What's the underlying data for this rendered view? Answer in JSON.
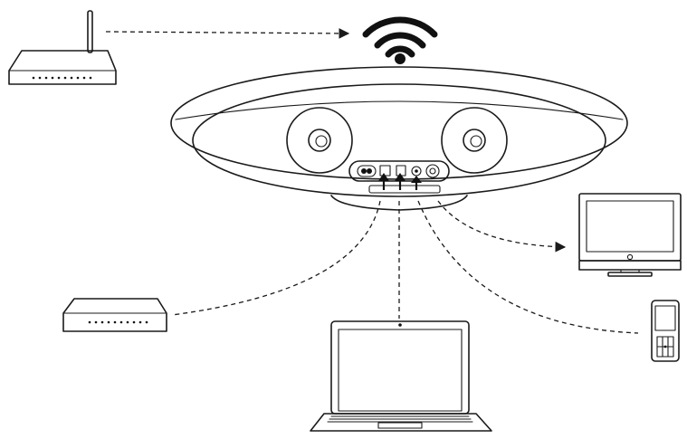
{
  "diagram": {
    "background": "#ffffff",
    "stroke_color": "#1a1a1a",
    "devices": [
      {
        "id": "wifi-router",
        "icon": "wifi-router-icon"
      },
      {
        "id": "wifi-signal",
        "icon": "wifi-signal-icon"
      },
      {
        "id": "speaker",
        "icon": "speaker-icon"
      },
      {
        "id": "network-hub",
        "icon": "network-hub-icon"
      },
      {
        "id": "laptop",
        "icon": "laptop-icon"
      },
      {
        "id": "television",
        "icon": "tv-icon"
      },
      {
        "id": "media-player",
        "icon": "media-player-icon"
      }
    ],
    "connections": [
      {
        "from": "wifi-router",
        "to": "wifi-signal",
        "style": "dashed-arrow"
      },
      {
        "from": "network-hub",
        "to": "speaker",
        "style": "dashed"
      },
      {
        "from": "laptop",
        "to": "speaker",
        "style": "dashed"
      },
      {
        "from": "speaker",
        "to": "television",
        "style": "dashed-arrow"
      },
      {
        "from": "media-player",
        "to": "speaker",
        "style": "dashed"
      }
    ]
  }
}
